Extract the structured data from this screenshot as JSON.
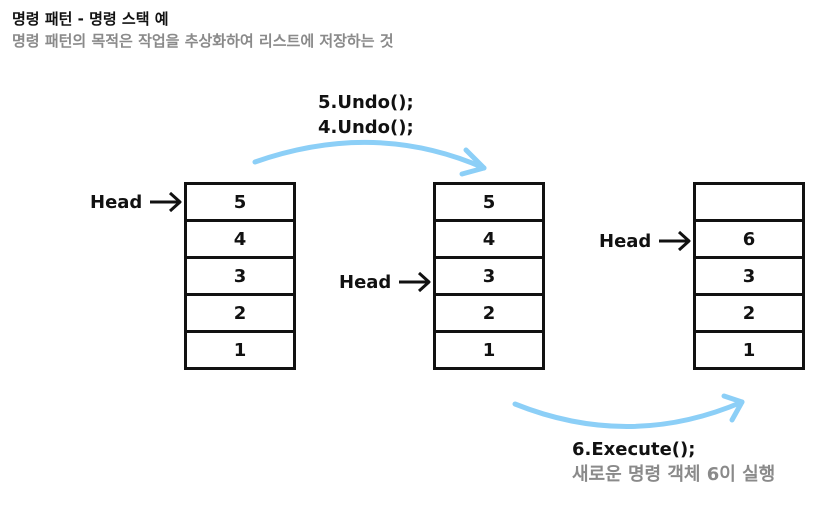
{
  "title": "명령 패턴 - 명령 스택 예",
  "subtitle": "명령 패턴의 목적은 작업을 추상화하여 리스트에 저장하는 것",
  "head_label": "Head",
  "stacks": [
    {
      "cells": [
        "5",
        "4",
        "3",
        "2",
        "1"
      ]
    },
    {
      "cells": [
        "5",
        "4",
        "3",
        "2",
        "1"
      ]
    },
    {
      "cells": [
        "",
        "6",
        "3",
        "2",
        "1"
      ]
    }
  ],
  "undo_labels": [
    "5.Undo();",
    "4.Undo();"
  ],
  "execute_labels": [
    "6.Execute();",
    "새로운 명령 객체 6이 실행"
  ],
  "colors": {
    "arrow": "#8ccff7",
    "text": "#111111",
    "muted": "#8a8a8a"
  }
}
